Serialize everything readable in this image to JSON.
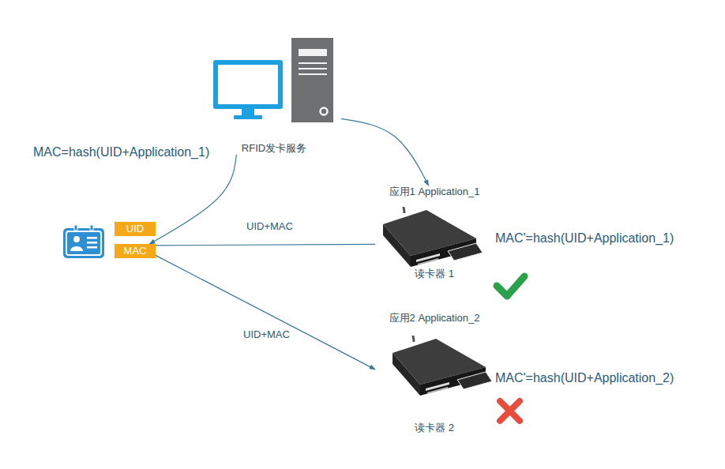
{
  "diagram": {
    "nodes": [
      {
        "text": [
          "RFID发卡服务"
        ]
      },
      {
        "text": [
          "UID"
        ]
      },
      {
        "text": [
          "MAC"
        ]
      },
      {
        "text": [
          "应用1 Application_1",
          "读卡器 1"
        ]
      },
      {
        "text": [
          "应用2 Application_2",
          "读卡器 2"
        ]
      }
    ],
    "edges": [
      {
        "from": 0,
        "to": 2,
        "label": "MAC=hash(UID+Application_1)",
        "arrow": "to"
      },
      {
        "from": 0,
        "to": 3,
        "arrow": "to"
      },
      {
        "from": 2,
        "to": 3,
        "label": "UID+MAC",
        "arrow": "none"
      },
      {
        "from": 2,
        "to": 4,
        "label": "UID+MAC",
        "arrow": "to"
      }
    ],
    "labels": [
      "MAC'=hash(UID+Application_1)",
      "MAC'=hash(UID+Application_2)"
    ]
  }
}
